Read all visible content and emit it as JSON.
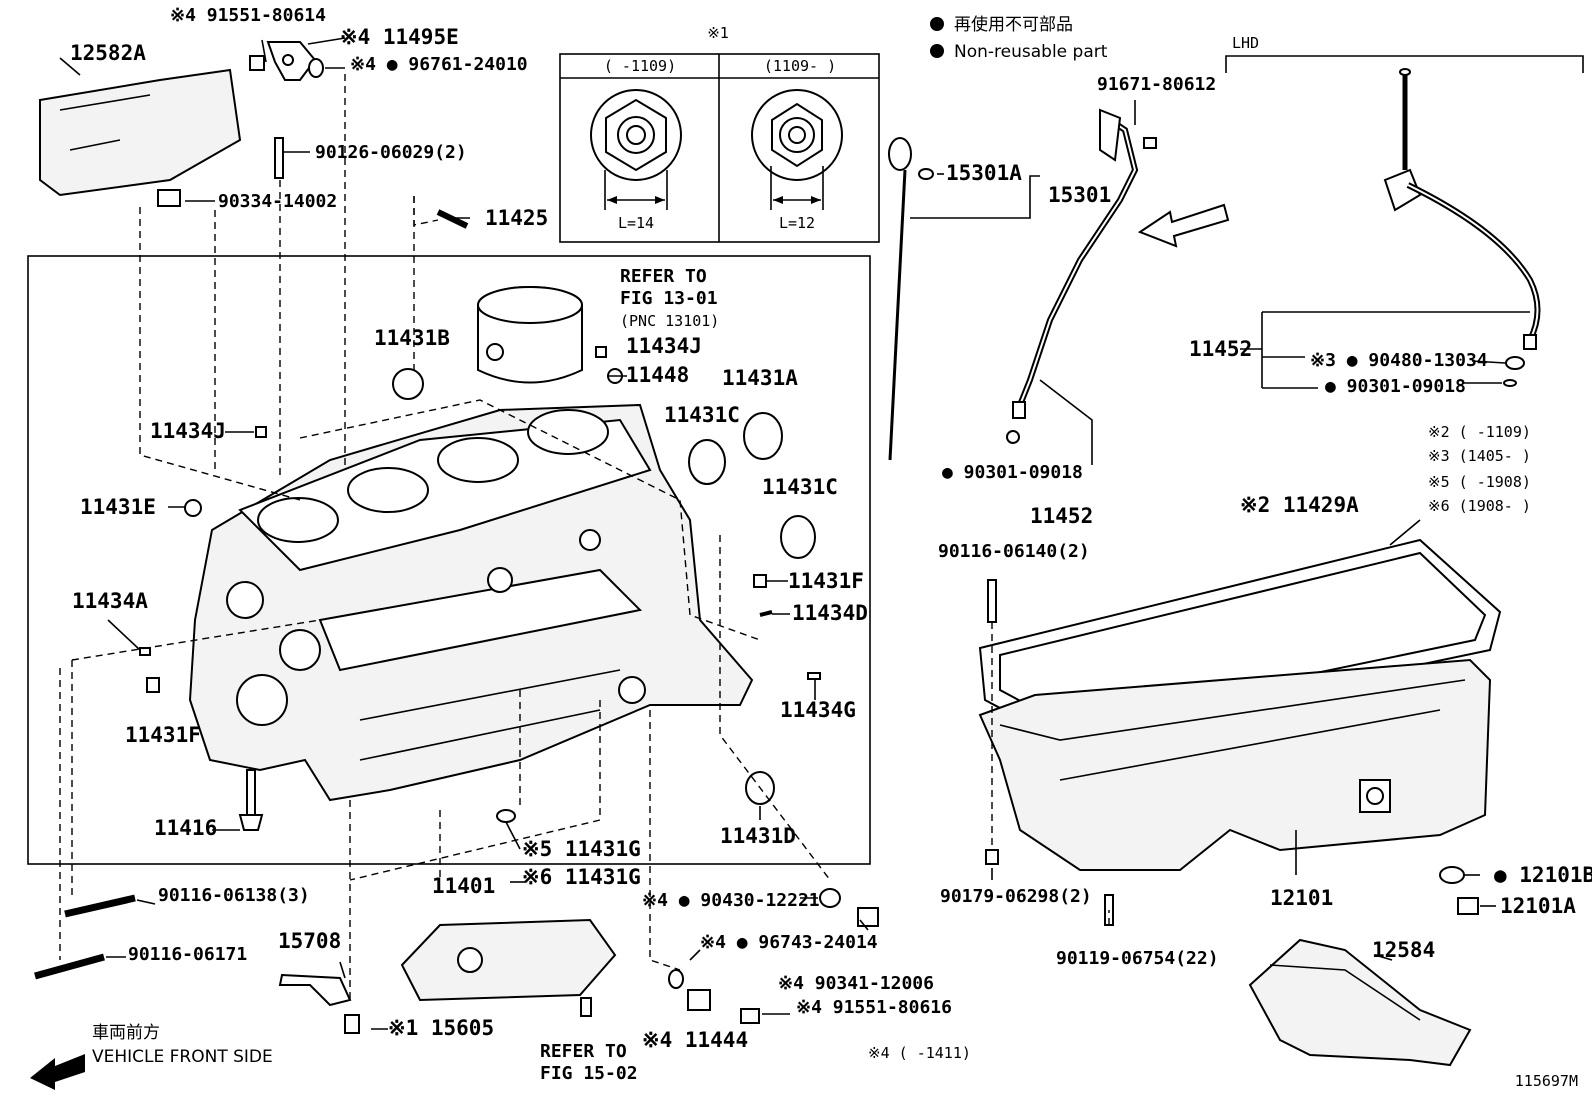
{
  "legend": {
    "jp": "再使用不可部品",
    "en": "Non-reusable part"
  },
  "inset": {
    "mark": "※1",
    "left_range": "(  -1109)",
    "right_range": "(1109-  )",
    "left_dim": "L=14",
    "right_dim": "L=12"
  },
  "lhd_label": "LHD",
  "notes": [
    "※2 (    -1109)",
    "※3 (1405-    )",
    "※5 (    -1908)",
    "※6 (1908-    )"
  ],
  "note4": "※4 (    -1411)",
  "front_jp": "車両前方",
  "front_en": "VEHICLE FRONT SIDE",
  "figure_id": "115697M",
  "refer1": [
    "REFER TO",
    "FIG 13-01",
    "(PNC 13101)"
  ],
  "refer2": [
    "REFER TO",
    "FIG 15-02"
  ],
  "labels": {
    "p12582A": "12582A",
    "p91551_80614": "※4 91551-80614",
    "p11495E": "※4 11495E",
    "p96761": "※4 ● 96761-24010",
    "p90126": "90126-06029(2)",
    "p90334": "90334-14002",
    "p11425": "11425",
    "p11431B": "11431B",
    "p11434J_a": "11434J",
    "p11434J_b": "11434J",
    "p11448": "11448",
    "p11431A": "11431A",
    "p11431C_a": "11431C",
    "p11431C_b": "11431C",
    "p11431E": "11431E",
    "p11431F_a": "11431F",
    "p11431F_b": "11431F",
    "p11434D": "11434D",
    "p11434A": "11434A",
    "p11434G": "11434G",
    "p11416": "11416",
    "p11431G_a": "※5 11431G",
    "p11431G_b": "※6 11431G",
    "p11401": "11401",
    "p11431D": "11431D",
    "p90116_06138": "90116-06138(3)",
    "p90116_06171": "90116-06171",
    "p15708": "15708",
    "p15605": "※1 15605",
    "p90430": "※4 ● 90430-12221",
    "p96743": "※4 ● 96743-24014",
    "p90341": "※4 90341-12006",
    "p91551_80616": "※4 91551-80616",
    "p11444": "※4 11444",
    "p91671": "91671-80612",
    "p15301A": "15301A",
    "p15301": "15301",
    "p90301_a": "● 90301-09018",
    "p11452_a": "11452",
    "p11452_b": "11452",
    "p90480": "※3 ● 90480-13034",
    "p90301_b": "● 90301-09018",
    "p11429A": "※2 11429A",
    "p90116_06140": "90116-06140(2)",
    "p12101B": "● 12101B",
    "p12101A": "12101A",
    "p12101": "12101",
    "p90179": "90179-06298(2)",
    "p90119": "90119-06754(22)",
    "p12584": "12584"
  }
}
